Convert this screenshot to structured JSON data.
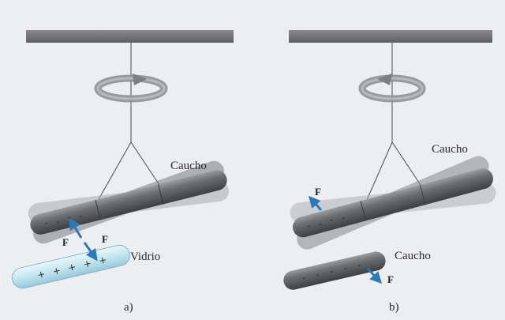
{
  "panel_a": {
    "rod_top_label": "Caucho",
    "rod_top_sign": "-",
    "rod_bottom_label": "Vidrio",
    "rod_bottom_sign": "+",
    "force_label_1": "F",
    "force_label_2": "F",
    "caption": "a)"
  },
  "panel_b": {
    "rod_top_label": "Caucho",
    "rod_top_sign": "-",
    "rod_bottom_label": "Caucho",
    "rod_bottom_sign": "-",
    "force_label_1": "F",
    "force_label_2": "F",
    "caption": "b)"
  },
  "colors": {
    "support_bar": "#757579",
    "rod_dark": "#5a5c60",
    "glass_rod": "#bfe3ee",
    "force_arrow": "#2a79b8",
    "rotation_arrow": "#8b8d91"
  },
  "icons": [
    "rotation-arrow-icon",
    "force-arrow-icon"
  ]
}
